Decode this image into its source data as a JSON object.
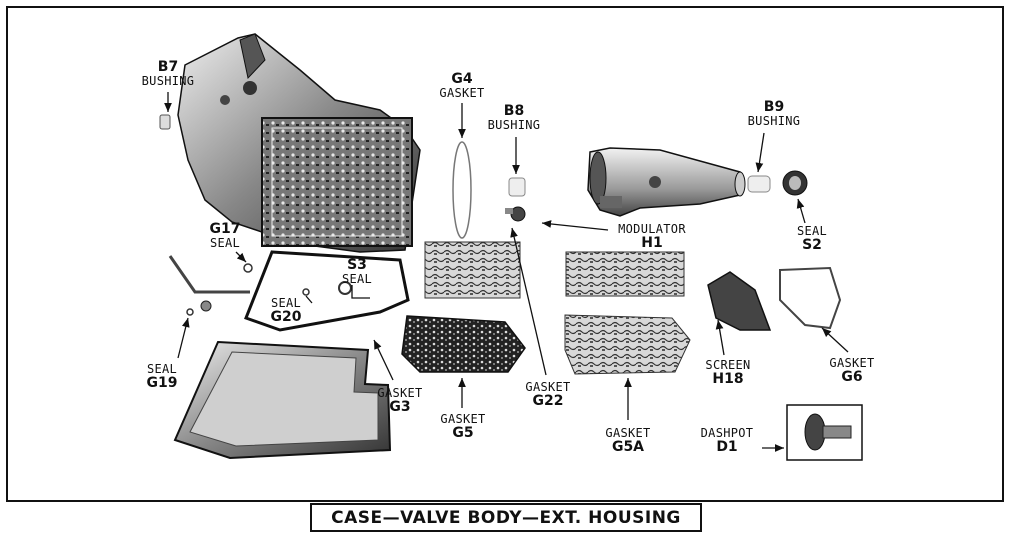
{
  "title": "CASE—VALVE BODY—EXT. HOUSING",
  "parts": {
    "b7": {
      "name": "BUSHING",
      "code": "B7"
    },
    "g4": {
      "name": "GASKET",
      "code": "G4"
    },
    "b8": {
      "name": "BUSHING",
      "code": "B8"
    },
    "b9": {
      "name": "BUSHING",
      "code": "B9"
    },
    "g17": {
      "name": "SEAL",
      "code": "G17"
    },
    "s3": {
      "name": "SEAL",
      "code": "S3"
    },
    "g20": {
      "name": "SEAL",
      "code": "G20"
    },
    "modulator": {
      "name": "MODULATOR",
      "code": "H1"
    },
    "s2": {
      "name": "SEAL",
      "code": "S2"
    },
    "g19": {
      "name": "SEAL",
      "code": "G19"
    },
    "g3": {
      "name": "GASKET",
      "code": "G3"
    },
    "g5": {
      "name": "GASKET",
      "code": "G5"
    },
    "g22": {
      "name": "GASKET",
      "code": "G22"
    },
    "g5a": {
      "name": "GASKET",
      "code": "G5A"
    },
    "h18": {
      "name": "SCREEN",
      "code": "H18"
    },
    "g6": {
      "name": "GASKET",
      "code": "G6"
    },
    "d1": {
      "name": "DASHPOT",
      "code": "D1"
    }
  }
}
